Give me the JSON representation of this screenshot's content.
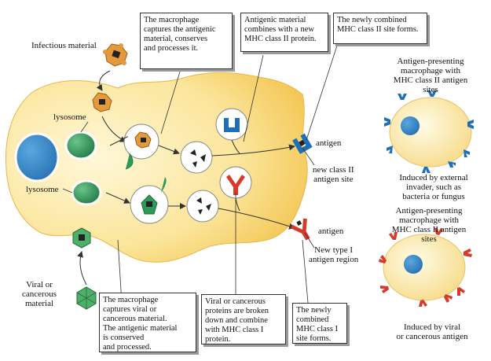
{
  "labels": {
    "infectious_material": "Infectious material",
    "lysosome_top": "lysosome",
    "lysosome_bottom": "lysosome",
    "viral_material": "Viral or\ncancerous\nmaterial",
    "antigen_top": "antigen",
    "antigen_bottom": "antigen",
    "new_class2_site": "new class II\nantigen site",
    "new_type1_region": "New type I\nantigen region",
    "apc_class2_title": "Antigen-presenting\nmacrophage with\nMHC class II antigen\nsites",
    "apc_class2_caption": "Induced by external\ninvader, such as\nbacteria or fungus",
    "apc_class1_title": "Antigen-presenting\nmacrophage with\nMHC class II antigen\nsites",
    "apc_class1_caption": "Induced by viral\nor cancerous antigen"
  },
  "callouts": {
    "captures": "The macrophage\ncaptures the antigenic\nmaterial, conserves\nand processes it.",
    "combines": "Antigenic material\ncombines with a new\nMHC class II protein.",
    "newly_class2": "The newly combined\nMHC class II site forms.",
    "captures_viral": "The macrophage\ncaptures viral or\ncancerous material.\nThe antigenic material\nis conserved\nand processed.",
    "broken_down": "Viral or cancerous\nproteins are broken\ndown and combine\nwith MHC class I\nprotein.",
    "newly_class1": "The newly\ncombined\nMHC class I\nsite forms."
  },
  "colors": {
    "cell_fill": "#fbe08a",
    "cell_light": "#fff6cf",
    "nucleus": "#3a8fd0",
    "lysosome": "#2e9a5a",
    "infectious": "#e39a3a",
    "class2_receptor": "#1c6fb8",
    "class1_receptor": "#d83a2a"
  }
}
